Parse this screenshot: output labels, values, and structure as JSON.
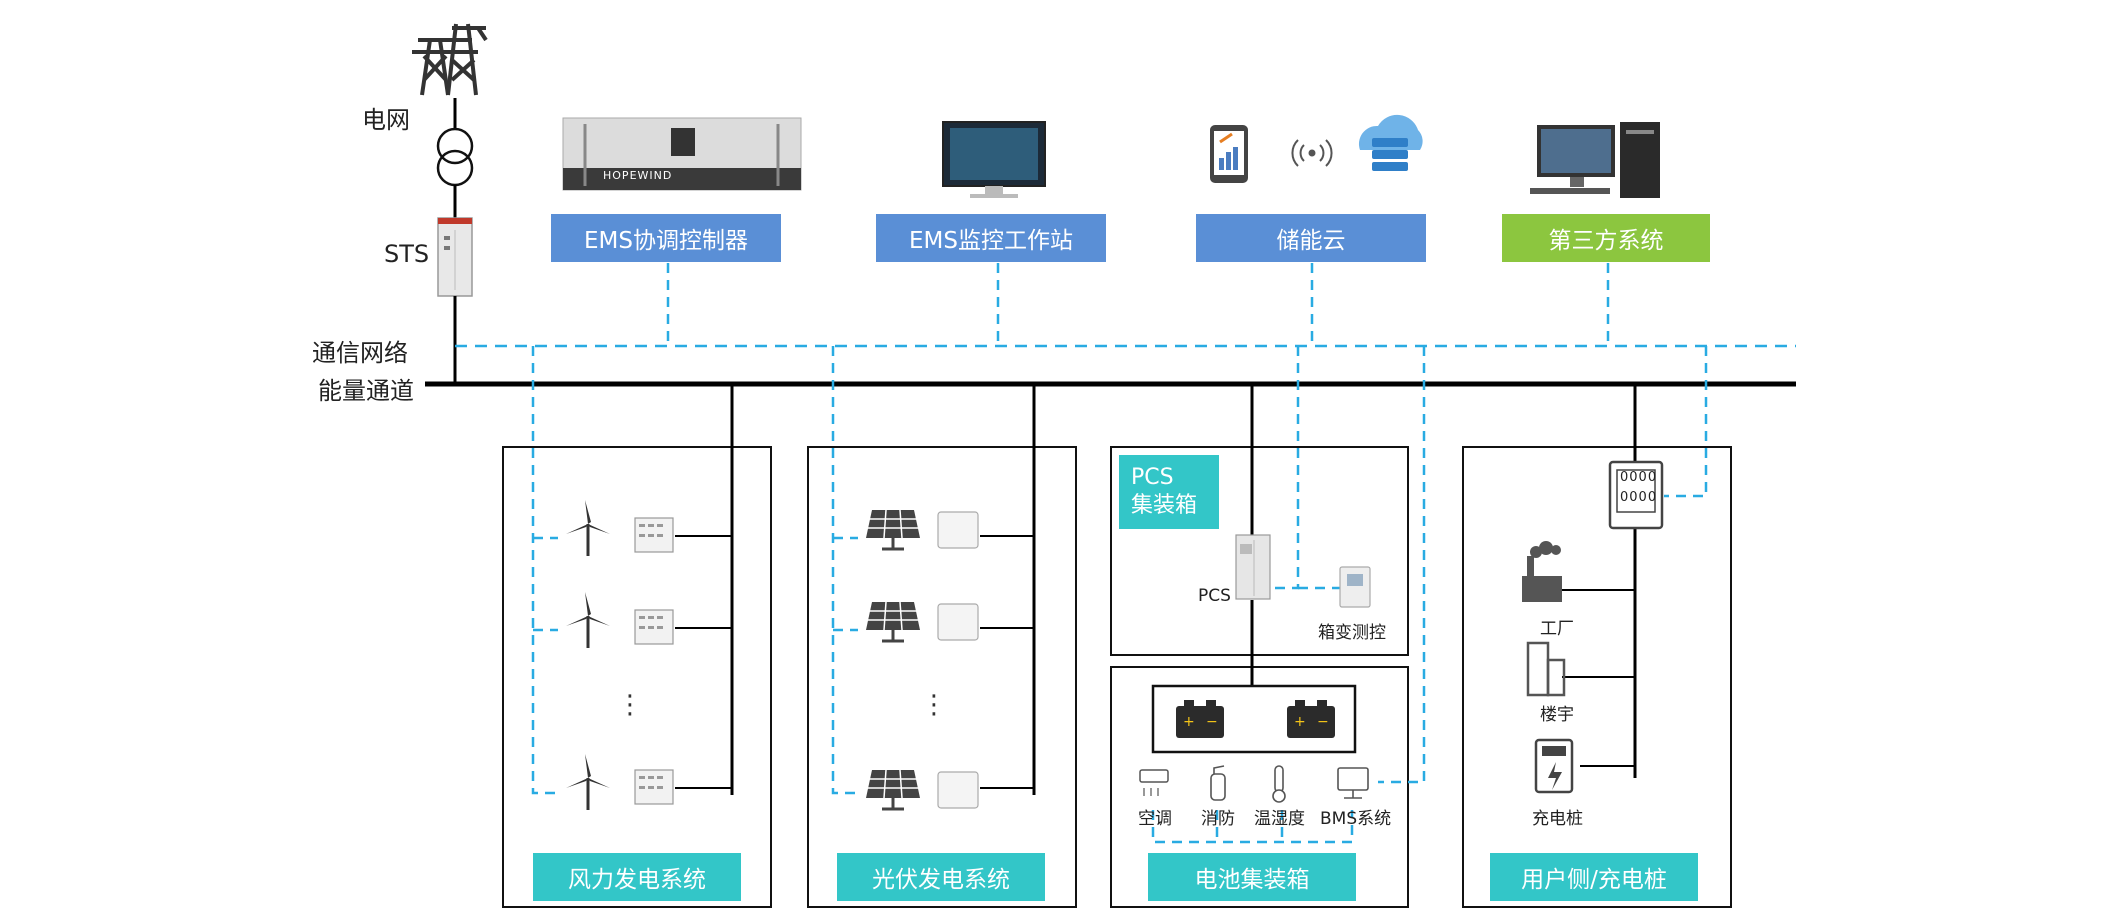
{
  "left": {
    "grid_label": "电网",
    "sts_label": "STS",
    "comm_label": "通信网络",
    "energy_label": "能量通道"
  },
  "top": {
    "ems_controller": "EMS协调控制器",
    "ems_workstation": "EMS监控工作站",
    "storage_cloud": "储能云",
    "third_party": "第三方系统",
    "device_brand": "HOPEWIND"
  },
  "wind": {
    "title": "风力发电系统",
    "ellipsis": "⋮"
  },
  "pv": {
    "title": "光伏发电系统",
    "ellipsis": "⋮"
  },
  "pcs_box": {
    "title_line1": "PCS",
    "title_line2": "集装箱",
    "pcs_label": "PCS",
    "monitor_label": "箱变测控"
  },
  "battery_box": {
    "title": "电池集装箱",
    "aircon": "空调",
    "fire": "消防",
    "temp_humidity": "温湿度",
    "bms": "BMS系统"
  },
  "user": {
    "title": "用户侧/充电桩",
    "factory": "工厂",
    "building": "楼宇",
    "charger": "充电桩",
    "meter_row1": "0000",
    "meter_row2": "0000"
  },
  "colors": {
    "dashed": "#29abe2",
    "top_blue": "#5a8fd6",
    "top_green": "#8cc63f",
    "teal": "#33c6c8",
    "bus": "#000000"
  }
}
